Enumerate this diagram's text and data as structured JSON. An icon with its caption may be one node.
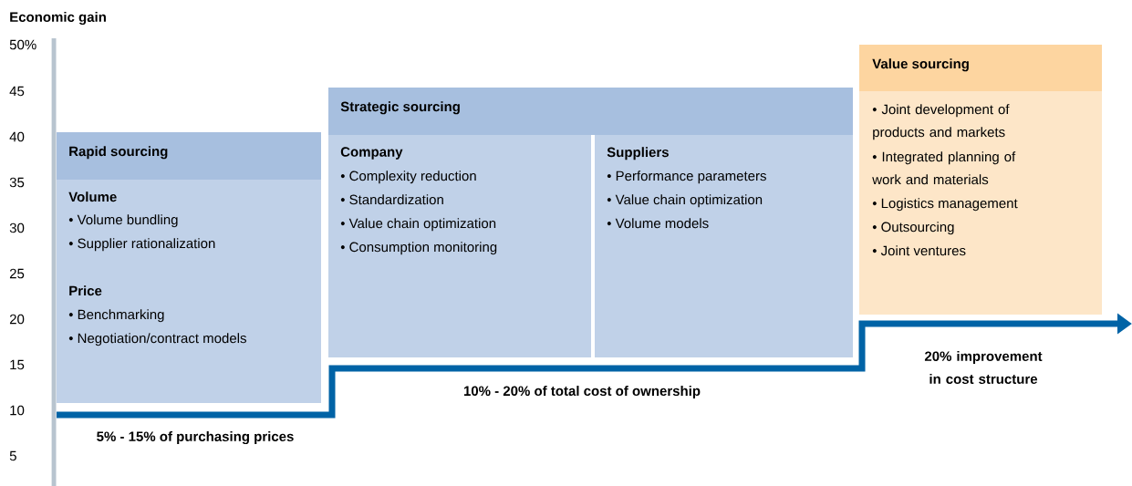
{
  "diagram": {
    "nodes": [
      {
        "text": [
          "Rapid sourcing",
          "Volume",
          "• Volume bundling",
          "• Supplier rationalization",
          "Price",
          "• Benchmarking",
          "• Negotiation/contract models"
        ]
      },
      {
        "text": [
          "Strategic sourcing"
        ]
      },
      {
        "text": [
          "Company",
          "• Complexity reduction",
          "• Standardization",
          "• Value chain optimization",
          "• Consumption monitoring"
        ],
        "in": 1
      },
      {
        "text": [
          "Suppliers",
          "• Performance parameters",
          "• Value chain optimization",
          "• Volume models"
        ],
        "in": 1
      },
      {
        "text": [
          "Value sourcing",
          "• Joint development of products and markets",
          "• Integrated planning of work and materials",
          "• Logistics management",
          "• Outsourcing",
          "• Joint ventures"
        ]
      }
    ],
    "labels": [
      "Economic gain",
      "50%",
      "45",
      "40",
      "35",
      "30",
      "25",
      "20",
      "15",
      "10",
      "5",
      "5% - 15% of purchasing prices",
      "10% - 20% of total cost of ownership",
      "20% improvement in cost structure"
    ]
  }
}
